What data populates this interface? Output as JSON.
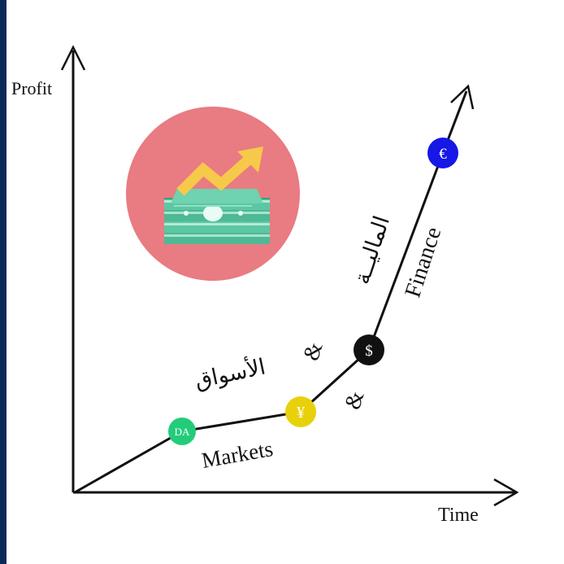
{
  "axes": {
    "y_label": "Profit",
    "x_label": "Time"
  },
  "curve_labels": {
    "markets": "Markets",
    "markets_ar": "الأسواق",
    "finance": "Finance",
    "finance_ar": "الماليــة",
    "ampersand": "&"
  },
  "markers": [
    {
      "symbol": "DA",
      "color": "#22cc7a"
    },
    {
      "symbol": "¥",
      "color": "#e8d10a"
    },
    {
      "symbol": "$",
      "color": "#111111"
    },
    {
      "symbol": "€",
      "color": "#1717e6"
    }
  ],
  "icon": {
    "name": "money-growth-icon",
    "circle_color": "#e97b82",
    "arrow_color": "#f7c94a",
    "money_color": "#5cc7a3"
  },
  "colors": {
    "left_band": "#0b2a5c",
    "line": "#111111"
  }
}
